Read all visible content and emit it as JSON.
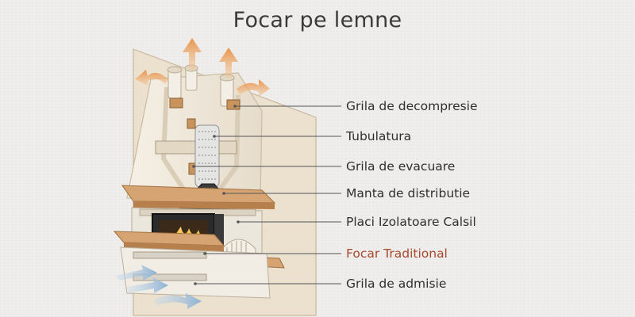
{
  "title": "Focar pe lemne",
  "labels": [
    {
      "id": "grila-decompresie",
      "text": "Grila de decompresie"
    },
    {
      "id": "tubulatura",
      "text": "Tubulatura"
    },
    {
      "id": "grila-evacuare",
      "text": "Grila de evacuare"
    },
    {
      "id": "manta-distributie",
      "text": "Manta de distributie"
    },
    {
      "id": "placi-izolatoare",
      "text": "Placi Izolatoare Calsil"
    },
    {
      "id": "focar-traditional",
      "text": "Focar Traditional"
    },
    {
      "id": "grila-admisie",
      "text": "Grila de admisie"
    }
  ],
  "colors": {
    "accent": "#a8482c",
    "text": "#2f2f2f",
    "hot_air": "#e9a25a",
    "cold_air": "#a8c3dc",
    "wood": "#cf9a6a",
    "fire": "#f0a020"
  }
}
